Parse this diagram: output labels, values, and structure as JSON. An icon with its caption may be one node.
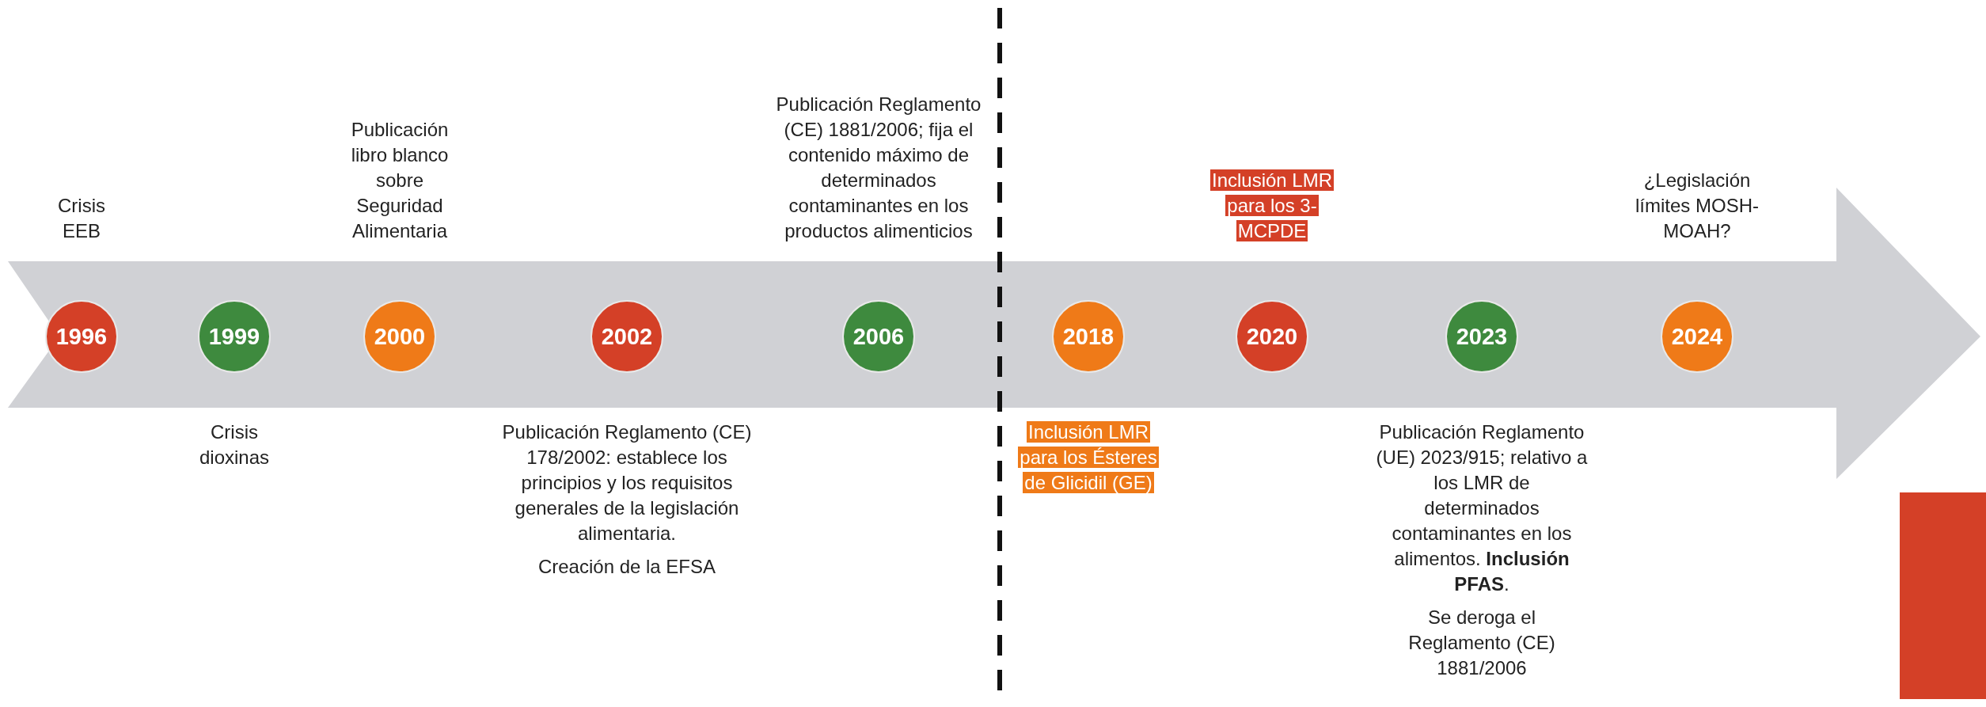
{
  "diagram": {
    "nodes": [
      {
        "text": [
          "1996"
        ],
        "beside": [
          "Crisis EEB"
        ]
      },
      {
        "text": [
          "1999"
        ],
        "beside": [
          "Crisis dioxinas"
        ]
      },
      {
        "text": [
          "2000"
        ],
        "beside": [
          "Publicación libro blanco sobre Seguridad Alimentaria"
        ]
      },
      {
        "text": [
          "2002"
        ],
        "beside": [
          "Publicación Reglamento (CE) 178/2002: establece los principios y los requisitos generales de la legislación alimentaria.",
          "Creación de la EFSA"
        ]
      },
      {
        "text": [
          "2006"
        ],
        "beside": [
          "Publicación Reglamento (CE) 1881/2006; fija el contenido máximo de determinados contaminantes en los productos alimenticios"
        ]
      },
      {
        "text": [
          "2018"
        ],
        "beside": [
          "Inclusión LMR para los Ésteres de Glicidil (GE)"
        ]
      },
      {
        "text": [
          "2020"
        ],
        "beside": [
          "Inclusión LMR para los 3-MCPDE"
        ]
      },
      {
        "text": [
          "2023"
        ],
        "beside": [
          "Publicación Reglamento (UE) 2023/915; relativo a los LMR de determinados contaminantes en los alimentos. **Inclusión PFAS**.",
          "Se deroga el Reglamento (CE) 1881/2006"
        ]
      },
      {
        "text": [
          "2024"
        ],
        "beside": [
          "¿Legislación límites MOSH-MOAH?"
        ]
      }
    ]
  }
}
